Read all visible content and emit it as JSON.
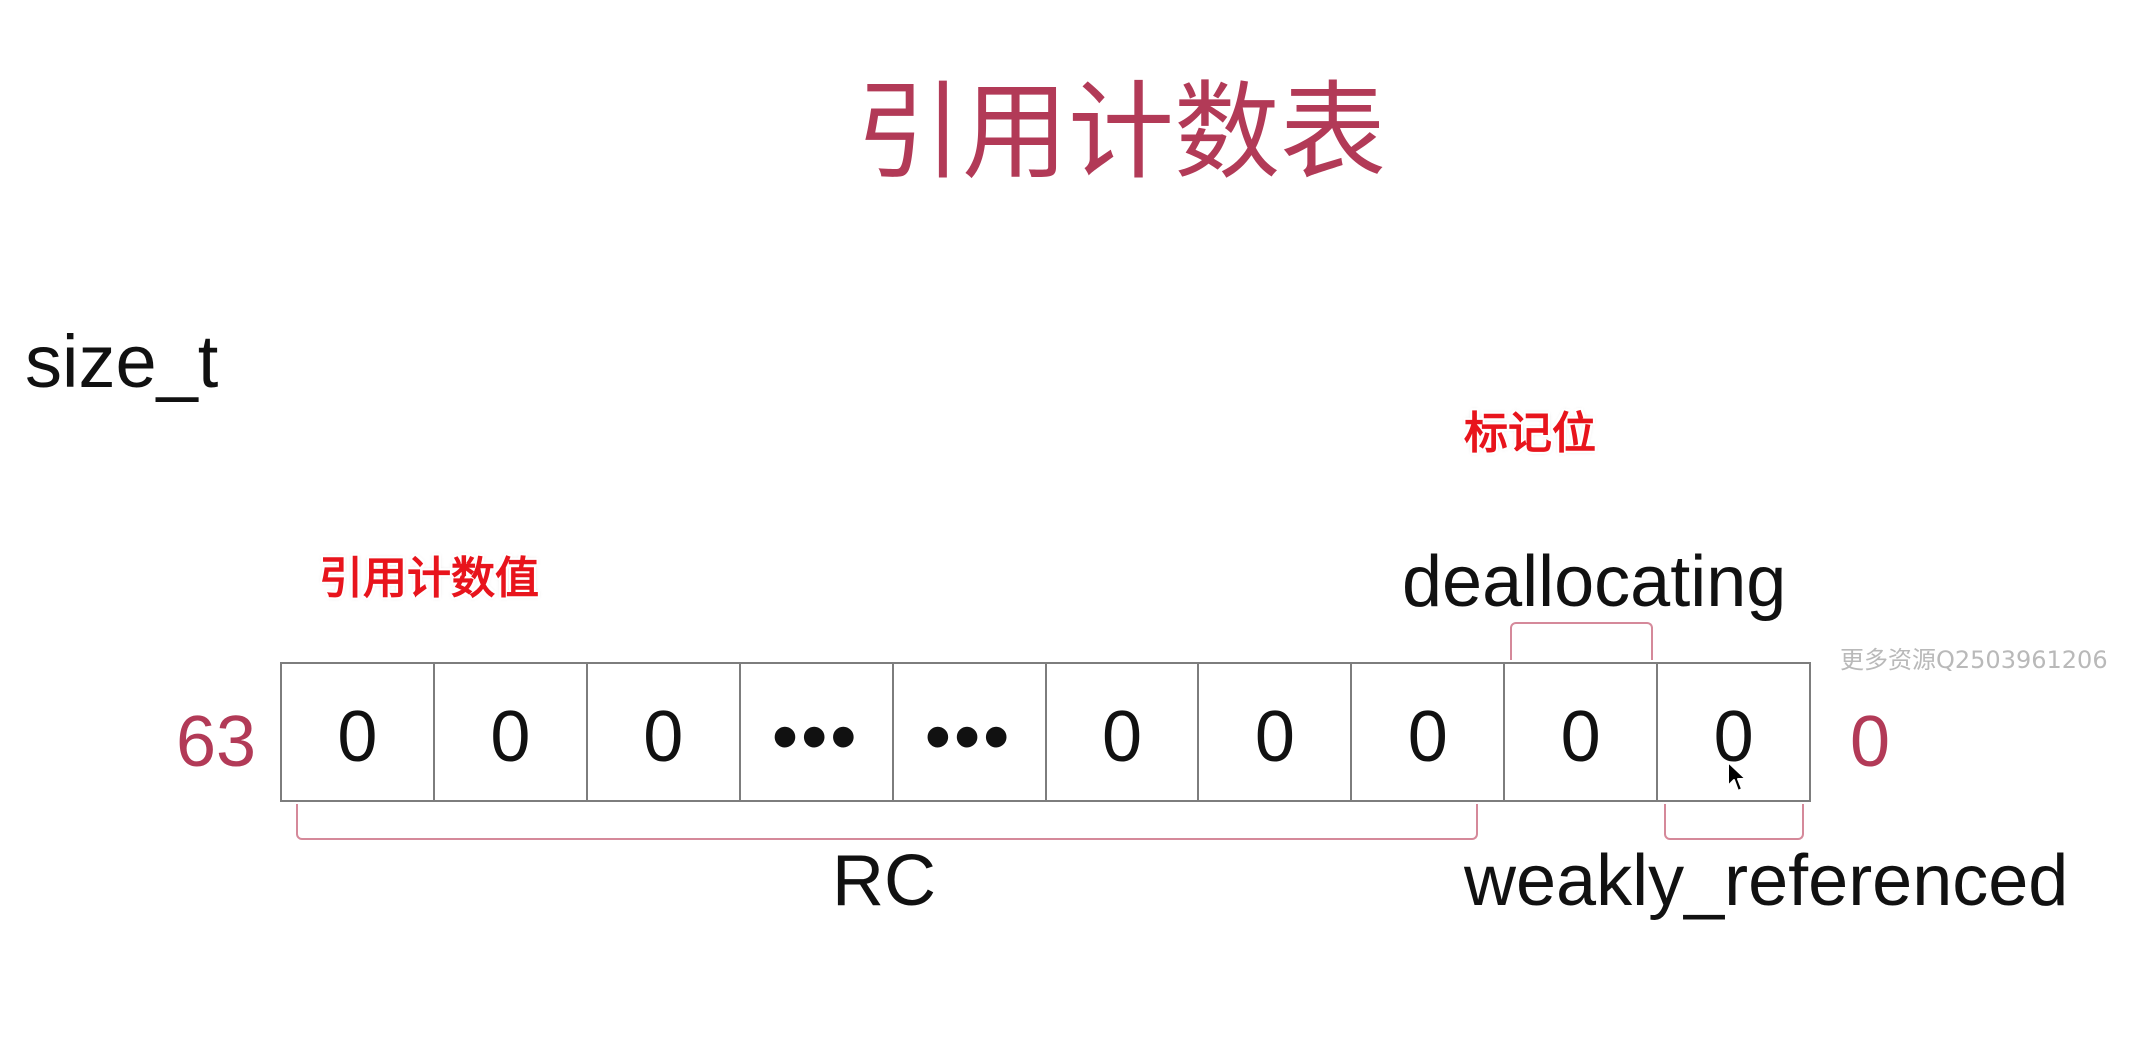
{
  "title": "引用计数表",
  "type_label": "size_t",
  "annotations": {
    "flag_bits": "标记位",
    "ref_count_value": "引用计数值"
  },
  "labels": {
    "deallocating": "deallocating",
    "rc": "RC",
    "weakly_referenced": "weakly_referenced",
    "high_bit": "63",
    "low_bit": "0"
  },
  "cells": [
    "0",
    "0",
    "0",
    "•••",
    "•••",
    "0",
    "0",
    "0",
    "0",
    "0"
  ],
  "watermark": "更多资源Q2503961206",
  "icons": {
    "cursor": "mouse-cursor-icon"
  },
  "colors": {
    "accent": "#b23a57",
    "bracket": "#d5899a",
    "annotation_red": "#e8141c",
    "border": "#7d7d7d"
  }
}
